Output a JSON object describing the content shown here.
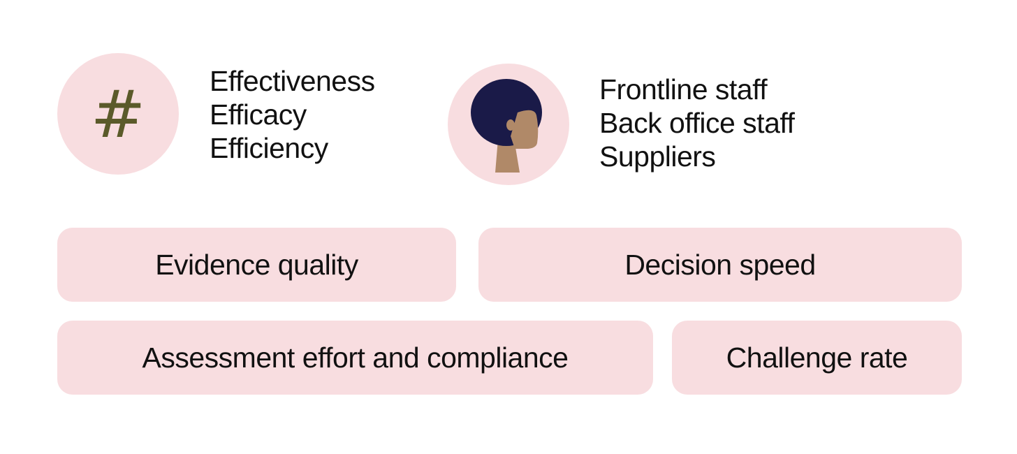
{
  "icons": {
    "left": {
      "name": "hash-icon",
      "glyph": "#",
      "color": "#5b5a2a",
      "background": "#f8dde0"
    },
    "right": {
      "name": "person-profile-icon",
      "hair_color": "#1a1a48",
      "skin_color": "#b08968",
      "background": "#f8dde0"
    }
  },
  "left_list": {
    "items": [
      "Effectiveness",
      "Efficacy",
      "Efficiency"
    ]
  },
  "right_list": {
    "items": [
      "Frontline staff",
      "Back office staff",
      "Suppliers"
    ]
  },
  "pills": {
    "evidence_quality": "Evidence quality",
    "decision_speed": "Decision speed",
    "assessment_effort": "Assessment effort and compliance",
    "challenge_rate": "Challenge rate"
  },
  "colors": {
    "pill_background": "#f8dde0",
    "text": "#111111"
  }
}
